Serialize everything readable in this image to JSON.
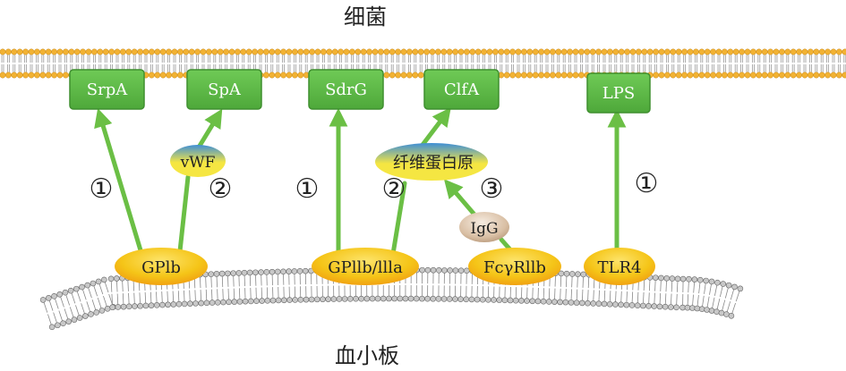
{
  "titles": {
    "bacteria": "细菌",
    "platelet": "血小板"
  },
  "bacterial_proteins": [
    "SrpA",
    "SpA",
    "SdrG",
    "ClfA",
    "LPS"
  ],
  "bridges": {
    "vwf": "vWF",
    "fibrinogen": "纤维蛋白原",
    "igg": "IgG"
  },
  "receptors": [
    "GPlb",
    "GPllb/llla",
    "FcγRllb",
    "TLR4"
  ],
  "pathway_numbers": [
    "①",
    "②",
    "①",
    "②",
    "③",
    "①"
  ],
  "colors": {
    "box_green": "#5cb846",
    "box_border": "#3f8f2f",
    "arrow_green": "#6bbf45",
    "receptor_yellow": "#f5c518",
    "receptor_orange": "#f2a20c",
    "bridge_blue": "#3f8fd6",
    "bridge_yellow": "#f5e642",
    "igg_tan": "#d7bba0",
    "membrane_head": "#f2b233",
    "platelet_head": "#c8c8c8"
  }
}
